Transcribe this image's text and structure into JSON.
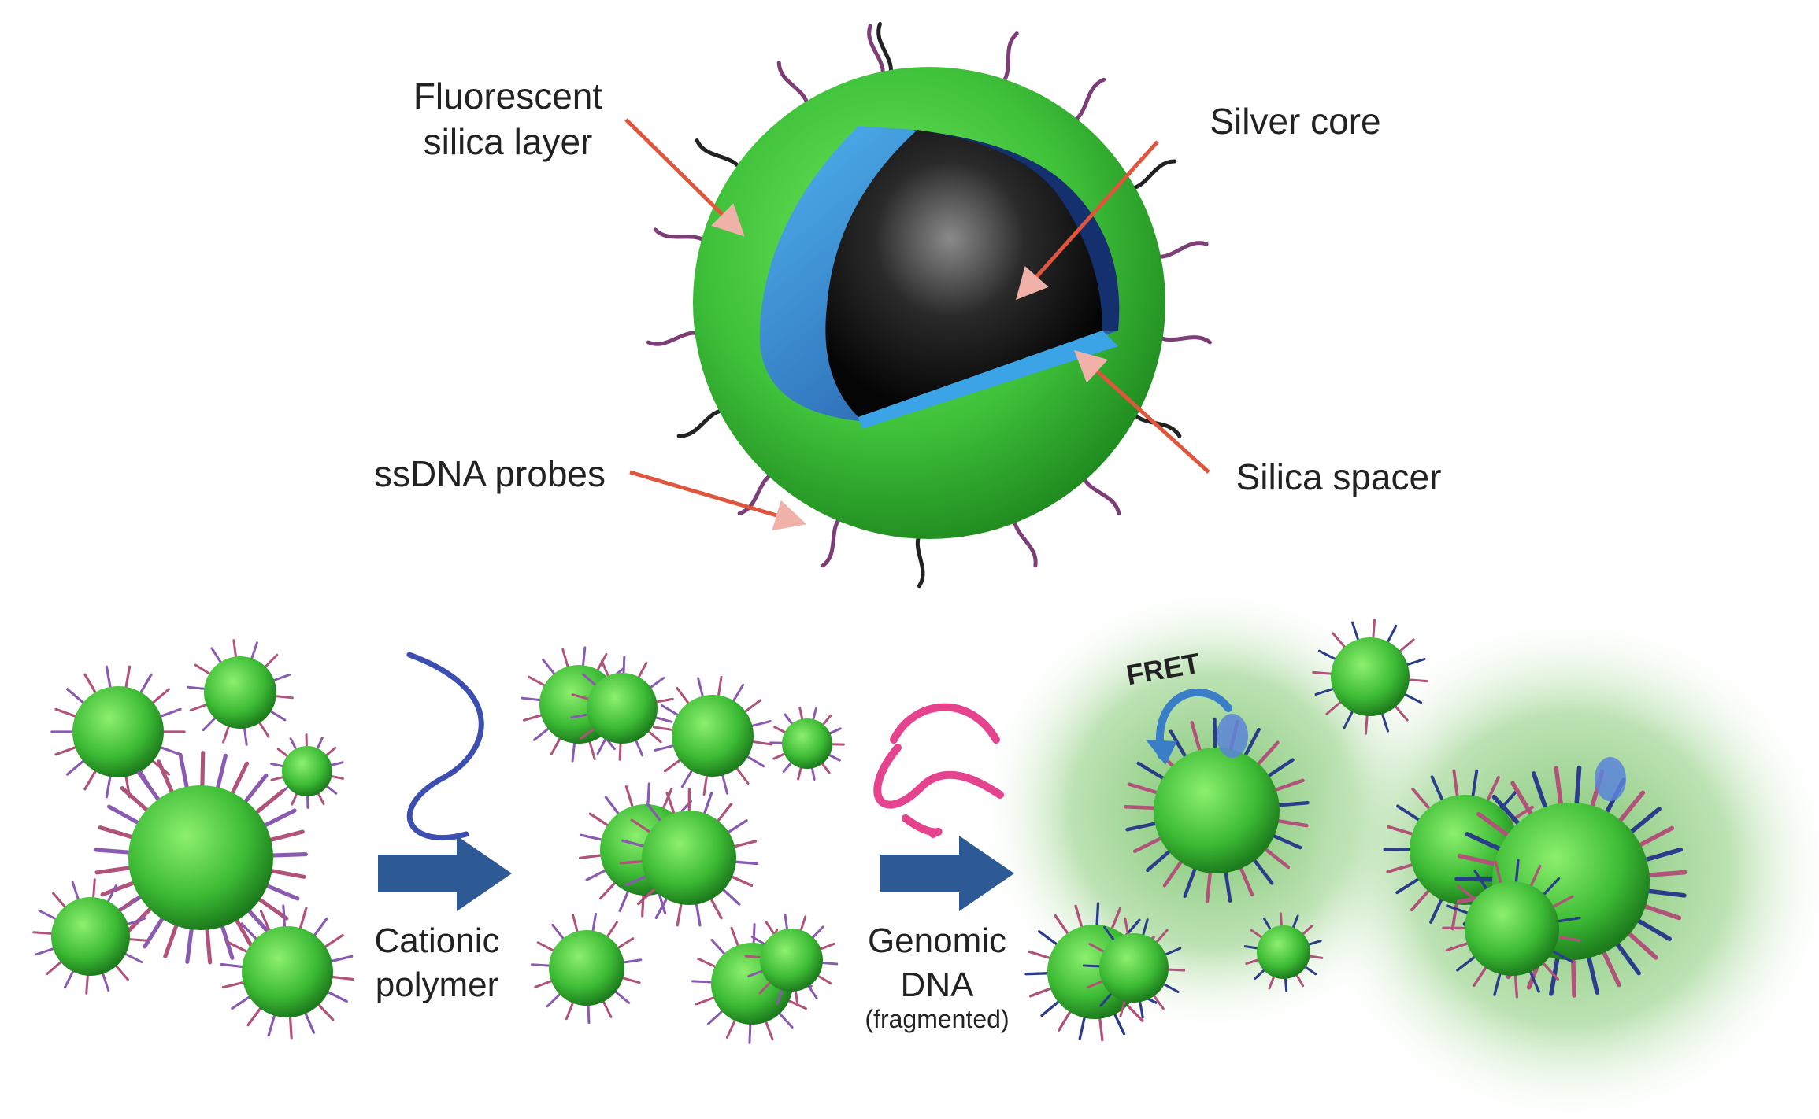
{
  "labels": {
    "fluorescent_layer_line1": "Fluorescent",
    "fluorescent_layer_line2": "silica layer",
    "silver_core": "Silver core",
    "ssdna_probes": "ssDNA probes",
    "silica_spacer": "Silica spacer",
    "cationic_line1": "Cationic",
    "cationic_line2": "polymer",
    "genomic_line1": "Genomic",
    "genomic_line2": "DNA",
    "genomic_line3": "(fragmented)",
    "fret": "FRET"
  },
  "colors": {
    "shell_green": "#3fc13a",
    "shell_dark": "#1f8a1f",
    "spacer_blue": "#3aa4e6",
    "spacer_dark": "#15306e",
    "core_black": "#111111",
    "pointer_red": "#e0553e",
    "pointer_pink": "#f0b2a8",
    "cationic_polymer": "#3c4fb0",
    "genomic_dna": "#e6438f",
    "process_arrow": "#2d5a94",
    "strand_purple": "#7d3e78"
  }
}
